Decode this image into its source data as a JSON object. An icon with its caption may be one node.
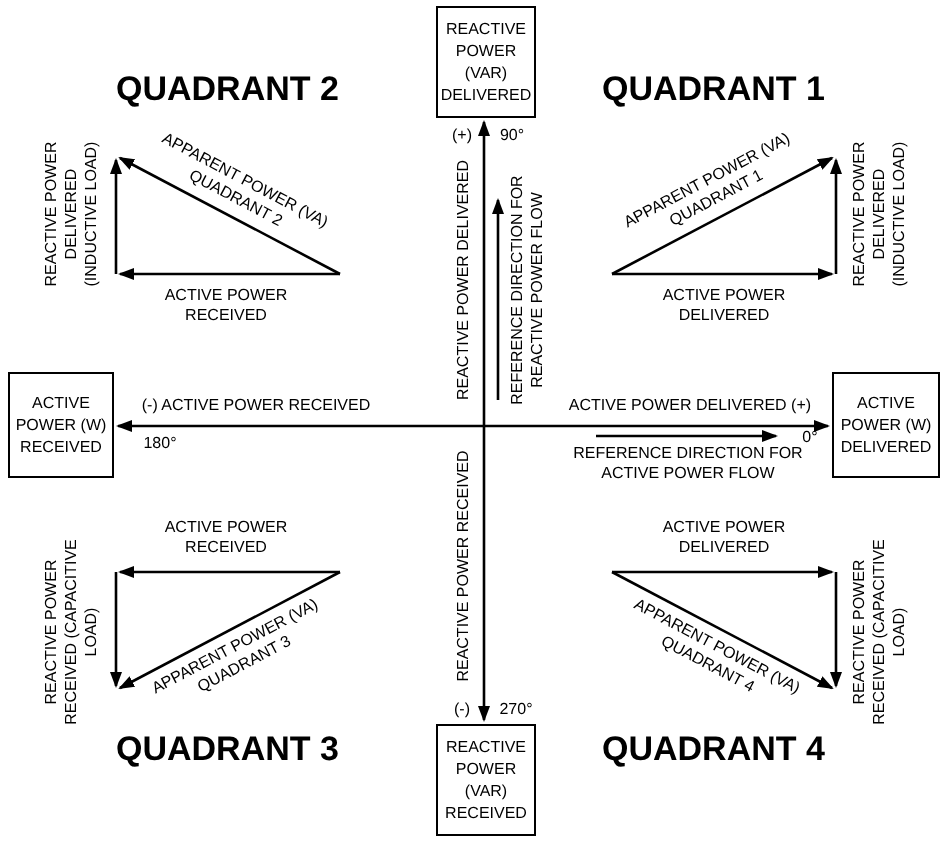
{
  "diagram": {
    "nodes": [
      {
        "text": [
          "REACTIVE POWER (VAR) DELIVERED"
        ]
      },
      {
        "text": [
          "ACTIVE POWER (W) RECEIVED"
        ]
      },
      {
        "text": [
          "ACTIVE POWER (W) DELIVERED"
        ]
      },
      {
        "text": [
          "REACTIVE POWER (VAR) RECEIVED"
        ]
      }
    ],
    "edges": [
      {
        "from": null,
        "to": 0,
        "arrow": "to"
      },
      {
        "from": null,
        "to": 1,
        "arrow": "to"
      },
      {
        "from": null,
        "to": 2,
        "arrow": "to"
      },
      {
        "from": null,
        "to": 3,
        "arrow": "to"
      }
    ],
    "labels": [
      "QUADRANT 2",
      "QUADRANT 1",
      "(+)",
      "90°",
      "REACTIVE POWER DELIVERED (INDUCTIVE LOAD)",
      "APPARENT POWER (VA) QUADRANT 2",
      "ACTIVE POWER RECEIVED",
      "REACTIVE POWER DELIVERED",
      "REFERENCE DIRECTION FOR REACTIVE POWER FLOW",
      "APPARENT POWER (VA) QUADRANT 1",
      "REACTIVE POWER DELIVERED (INDUCTIVE LOAD)",
      "ACTIVE POWER DELIVERED",
      "(-) ACTIVE POWER RECEIVED",
      "ACTIVE POWER DELIVERED (+)",
      "180°",
      "REFERENCE DIRECTION FOR ACTIVE POWER FLOW",
      "0°",
      "ACTIVE POWER RECEIVED",
      "ACTIVE POWER DELIVERED",
      "REACTIVE POWER RECEIVED (CAPACITIVE LOAD)",
      "APPARENT POWER (VA) QUADRANT 3",
      "REACTIVE POWER RECEIVED",
      "APPARENT POWER (VA) QUADRANT 4",
      "REACTIVE POWER RECEIVED (CAPACITIVE LOAD)",
      "(-)",
      "270°",
      "QUADRANT 3",
      "QUADRANT 4"
    ]
  }
}
